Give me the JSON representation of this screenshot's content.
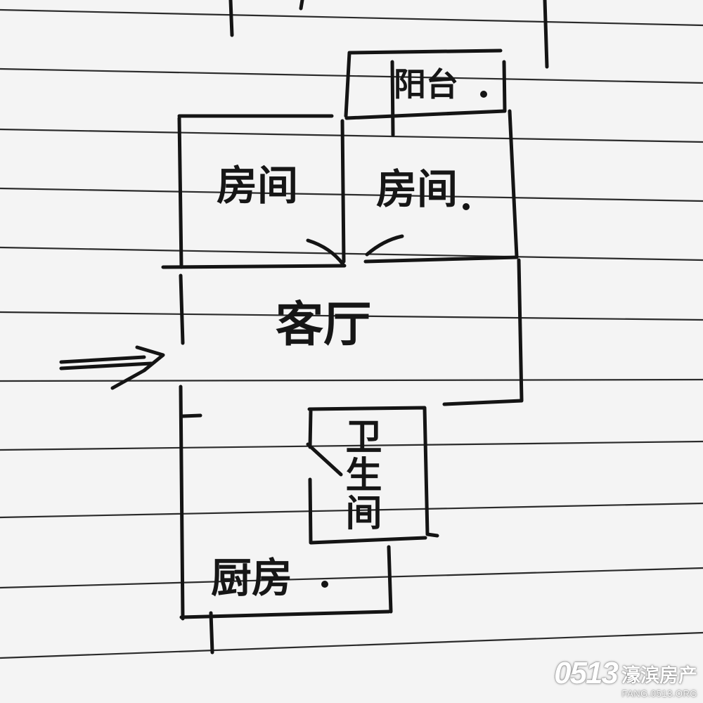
{
  "plan": {
    "rooms": {
      "balcony": "阳台",
      "bedroom_left": "房间",
      "bedroom_right": "房间",
      "living_room": "客厅",
      "bathroom": "卫生间",
      "kitchen": "厨房"
    }
  },
  "watermark": {
    "logo": "0513",
    "name": "濠滨房产",
    "url": "FANG.0513.ORG"
  },
  "colors": {
    "paper": "#f4f4f4",
    "rule_line": "#2b2b2b",
    "ink": "#141414"
  }
}
